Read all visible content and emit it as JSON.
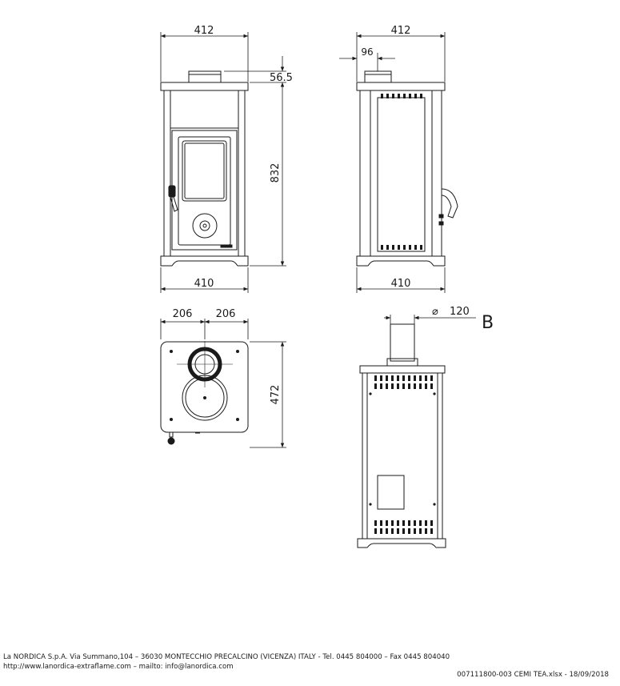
{
  "dimensions": {
    "front_top_width": "412",
    "front_flue_offset": "56.5",
    "front_height": "832",
    "front_base_width": "410",
    "side_top_width": "412",
    "side_flue_offset": "96",
    "side_base_width": "410",
    "top_left_half": "206",
    "top_right_half": "206",
    "top_depth": "472",
    "rear_flue_diameter_symbol": "⌀",
    "rear_flue_diameter": "120"
  },
  "labels": {
    "rear_view": "B"
  },
  "footer": {
    "company_line": "La NORDICA S.p.A. Via Summano,104 – 36030 MONTECCHIO PRECALCINO (VICENZA) ITALY - Tel. 0445 804000 – Fax 0445 804040",
    "web_line": "http://www.lanordica-extraflame.com – mailto: info@lanordica.com",
    "document_ref": "007111800-003 CEMI TEA.xlsx - 18/09/2018"
  },
  "colors": {
    "line": "#1a1a1a",
    "paper": "#ffffff"
  }
}
